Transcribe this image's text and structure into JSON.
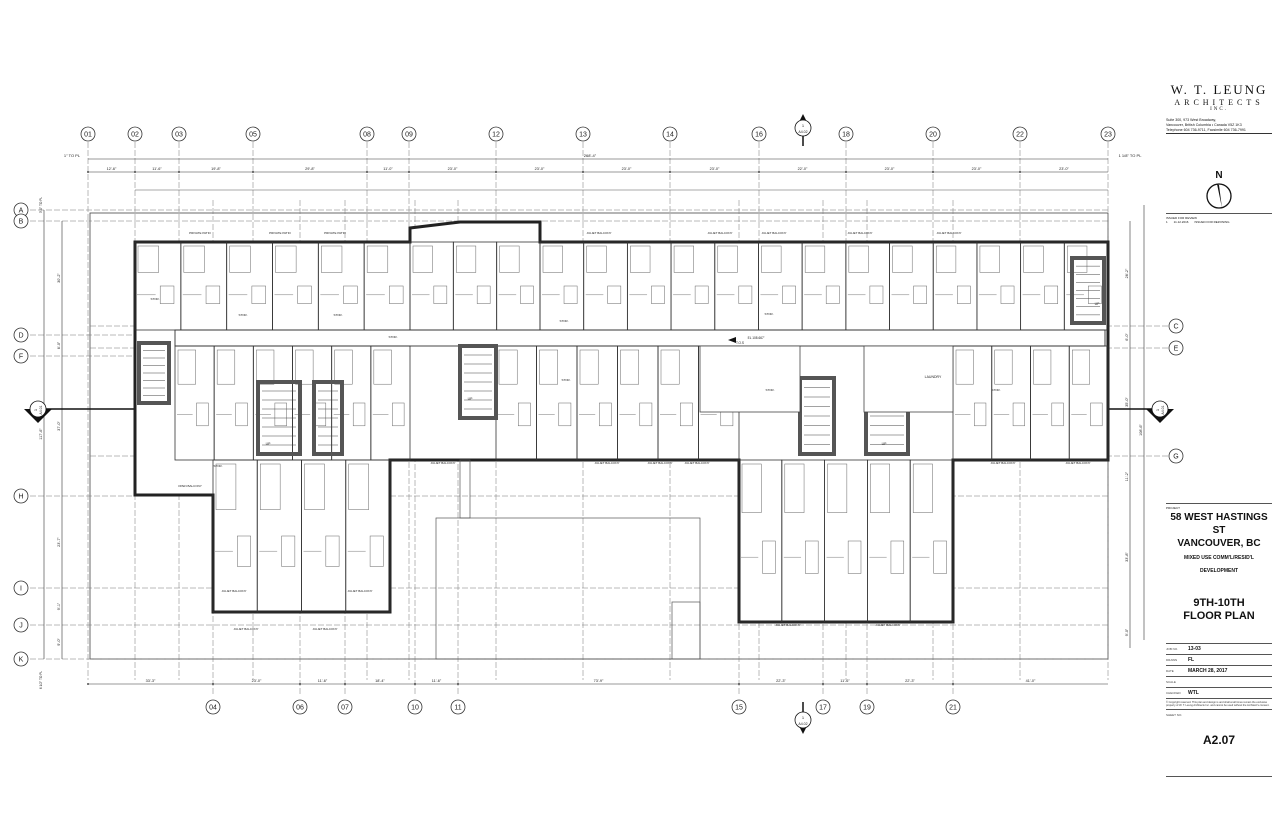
{
  "firm": {
    "name": "W. T. LEUNG",
    "line2": "ARCHITECTS",
    "line3": "INC.",
    "address1": "Suite 300, 973 West Broadway,",
    "address2": "Vancouver, British Columbia  •  Canada V5Z 1K3",
    "phone": "Telephone 604 736-9711, Facsimile 604 736-7991"
  },
  "north_label": "N",
  "issue": {
    "header": "ISSUED FOR REVIEW",
    "rows": [
      {
        "no": "1",
        "date": "11.12.2016",
        "desc": "ISSUED FOR REZONING"
      }
    ]
  },
  "project": {
    "label": "PROJECT",
    "line1": "58 WEST HASTINGS ST",
    "line2": "VANCOUVER, BC",
    "desc1": "MIXED USE COMM'L/RESID'L",
    "desc2": "DEVELOPMENT"
  },
  "sheet": {
    "title1": "9TH-10TH",
    "title2": "FLOOR PLAN",
    "number": "A2.07"
  },
  "info": [
    {
      "key": "JOB NO.",
      "value": "13-03"
    },
    {
      "key": "DRAWN",
      "value": "FL"
    },
    {
      "key": "DATE",
      "value": "MARCH 28, 2017"
    },
    {
      "key": "SCALE",
      "value": ""
    },
    {
      "key": "CHECKED",
      "value": "WTL"
    }
  ],
  "copyright": "© Copyright reserved. This plan and design is and shall at all times remain the exclusive property of W. T. Leung Architects Inc. and cannot be used without the Architect's consent.",
  "sheet_no_label": "SHEET NO.",
  "grid": {
    "top": [
      "01",
      "02",
      "03",
      "05",
      "08",
      "09",
      "12",
      "13",
      "14",
      "16",
      "18",
      "20",
      "22",
      "23"
    ],
    "bottom": [
      "04",
      "06",
      "07",
      "10",
      "11",
      "15",
      "17",
      "19",
      "21"
    ],
    "left": [
      "A",
      "B",
      "D",
      "F",
      "H",
      "I",
      "J",
      "K"
    ],
    "right": [
      "C",
      "E",
      "G"
    ]
  },
  "section_marks": {
    "number": "1",
    "sheet_top": "A4.02",
    "sheet_side": "A4.01"
  },
  "dims": {
    "top_overall": "268'-4\"",
    "top_left_note": "1\" TO PL",
    "top_right_note": "1 1/8\" TO PL",
    "top": [
      "12'-6\"",
      "11'-6\"",
      "19'-8\"",
      "29'-8\"",
      "11'-0\"",
      "23'-0\"",
      "23'-0\"",
      "23'-0\"",
      "23'-0\"",
      "22'-0\"",
      "23'-0\"",
      "23'-0\"",
      "23'-0\""
    ],
    "bottom": [
      "33'-3\"",
      "23'-0\"",
      "11'-6\"",
      "18'-4\"",
      "11'-6\"",
      "73'-9\"",
      "22'-3\"",
      "11'-6\"",
      "22'-3\"",
      "41'-0\""
    ],
    "left": [
      "30'-2\"",
      "6'-0\"",
      "37'-0\"",
      "23'-7\"",
      "9'-1\"",
      "9'-0\""
    ],
    "left_overall": "117'-6\"",
    "left_top_note": "3'-0\" TO PL",
    "left_bottom_note": "6 1/2\" TO PL",
    "right": [
      "28'-2\"",
      "6'-0\"",
      "35'-0\"",
      "11'-2\"",
      "33'-8\"",
      "9'-0\""
    ],
    "right_overall": "108'-6\""
  },
  "labels": {
    "private_patio": "PRIVATE PATIO",
    "stor": "STOR.",
    "juliet": "JULIET BALCONY",
    "laundry": "LAUNDRY",
    "open_balcony": "OPEN BALCONY",
    "elevation": "EL 108.667'",
    "tos": "T.O.S",
    "up": "UP"
  }
}
